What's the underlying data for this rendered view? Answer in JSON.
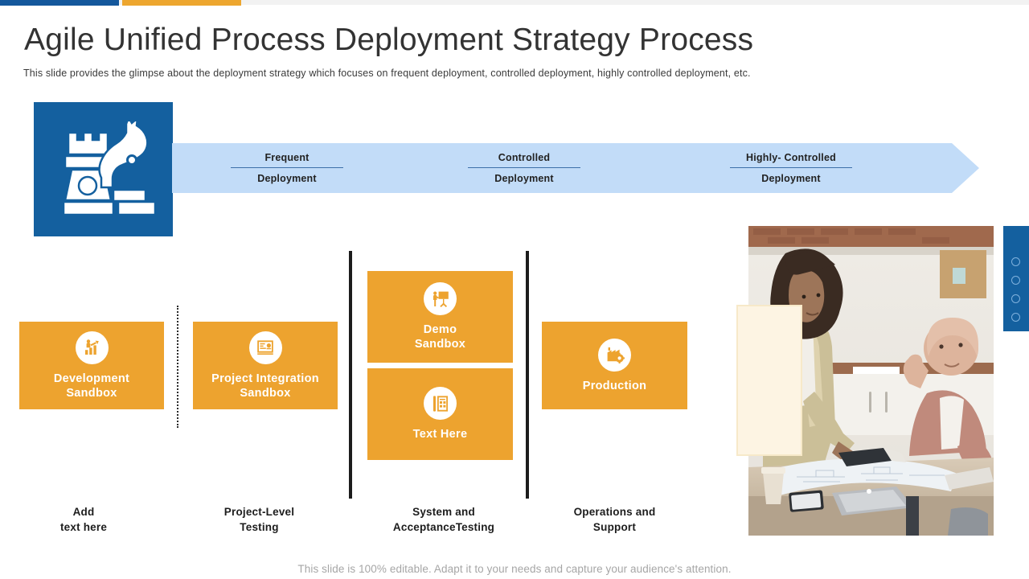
{
  "accents": {
    "blue": "#14589c",
    "orange": "#eda62f",
    "light_blue": "#c2dcf8",
    "card_orange": "#eda32f",
    "panel_blue": "#14609f"
  },
  "header": {
    "title": "Agile Unified Process Deployment Strategy Process",
    "subtitle": "This slide provides  the glimpse about the deployment  strategy which focuses on frequent  deployment,  controlled deployment,  highly controlled deployment, etc."
  },
  "brand_icon": "chess-knight-rook-icon",
  "banner": {
    "cells": [
      {
        "line1": "Frequent",
        "line2": "Deployment"
      },
      {
        "line1": "Controlled",
        "line2": "Deployment"
      },
      {
        "line1": "Highly- Controlled",
        "line2": "Deployment"
      }
    ]
  },
  "cards": [
    {
      "label": "Development\nSandbox",
      "icon": "growth-chart-person-icon"
    },
    {
      "label": "Project Integration\nSandbox",
      "icon": "presentation-board-icon"
    },
    {
      "label": "Demo\nSandbox",
      "icon": "presenter-easel-icon"
    },
    {
      "label": "Text Here",
      "icon": "document-checklist-icon"
    },
    {
      "label": "Production",
      "icon": "factory-gear-icon"
    }
  ],
  "captions": [
    "Add\ntext here",
    "Project-Level\nTesting",
    "System and\nAcceptanceTesting",
    "Operations and\nSupport"
  ],
  "photo": {
    "alt": "two women collaborating over blueprints at a desk with laptop and phone"
  },
  "side_panel": {
    "dot_count": 4,
    "dot_icon": "circle-outline-icon"
  },
  "footer": {
    "note": "This slide is 100% editable. Adapt it to your needs and capture your audience's attention."
  }
}
